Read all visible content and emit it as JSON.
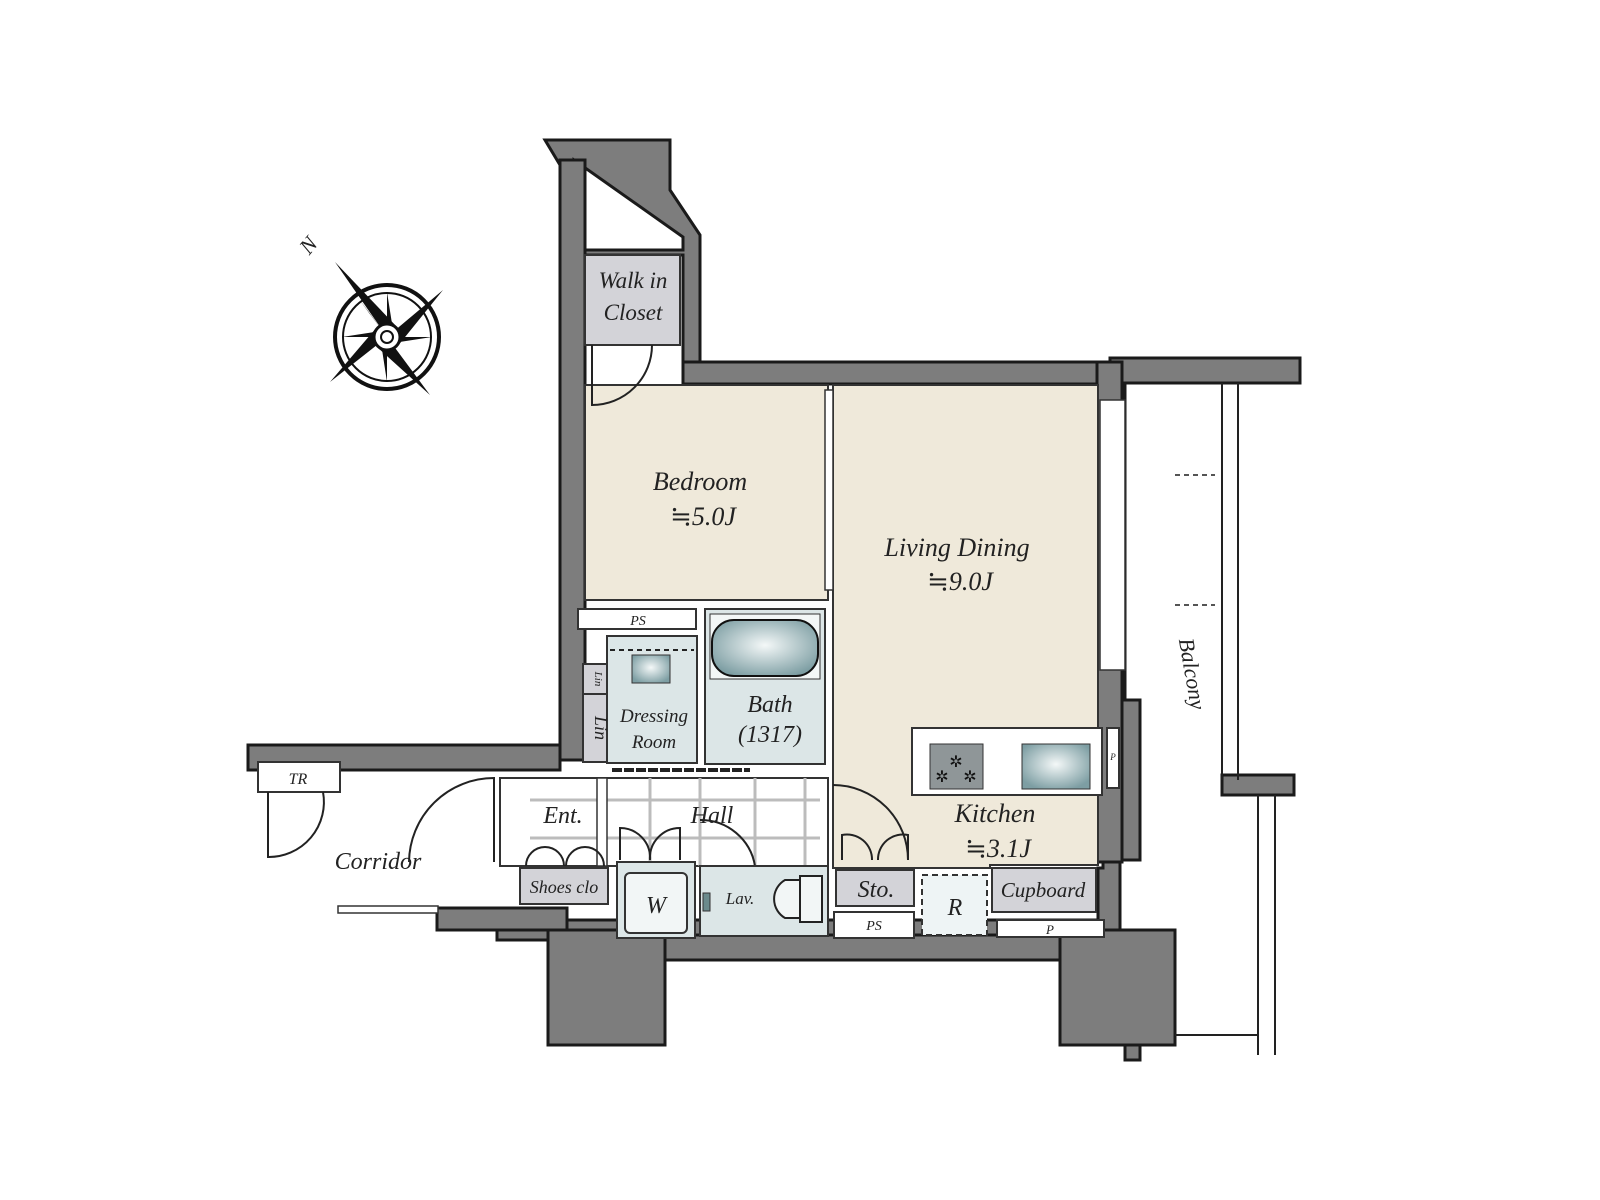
{
  "compass": {
    "north_label": "N"
  },
  "rooms": {
    "walk_in_closet": {
      "line1": "Walk in",
      "line2": "Closet"
    },
    "bedroom": {
      "name": "Bedroom",
      "size": "≒5.0J"
    },
    "living_dining": {
      "name": "Living Dining",
      "size": "≒9.0J"
    },
    "kitchen": {
      "name": "Kitchen",
      "size": "≒3.1J"
    },
    "bath": {
      "name": "Bath",
      "size": "(1317)"
    },
    "dressing_room": {
      "line1": "Dressing",
      "line2": "Room"
    },
    "entrance": "Ent.",
    "hall": "Hall",
    "corridor": "Corridor",
    "balcony": "Balcony"
  },
  "fixtures": {
    "ps_top": "PS",
    "ps_bottom": "PS",
    "p_bottom": "P",
    "p_side": "P",
    "lin_small": "Lin",
    "lin": "Lin",
    "shoes_closet": "Shoes clo",
    "washer": "W",
    "lavatory": "Lav.",
    "storage": "Sto.",
    "refrigerator": "R",
    "cupboard": "Cupboard",
    "trunk_room": "TR"
  },
  "colors": {
    "wall": "#7d7d7d",
    "room": "#efe9da",
    "wet": "#dce6e7",
    "storage": "#d3d3d8"
  }
}
